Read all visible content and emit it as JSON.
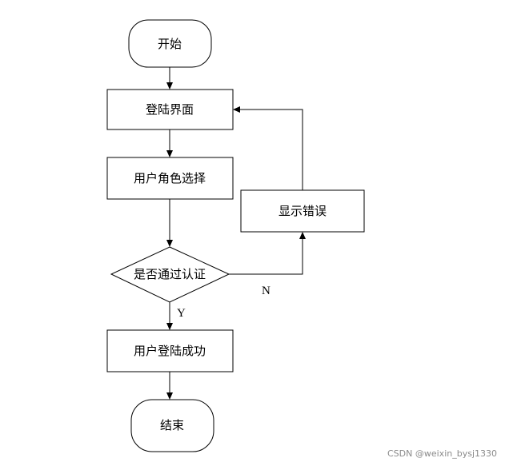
{
  "nodes": {
    "start": "开始",
    "login_page": "登陆界面",
    "role_select": "用户角色选择",
    "auth_check": "是否通过认证",
    "show_error": "显示错误",
    "login_success": "用户登陆成功",
    "end": "结束"
  },
  "edges": {
    "yes_label": "Y",
    "no_label": "N"
  },
  "watermark": "CSDN @weixin_bysj1330"
}
